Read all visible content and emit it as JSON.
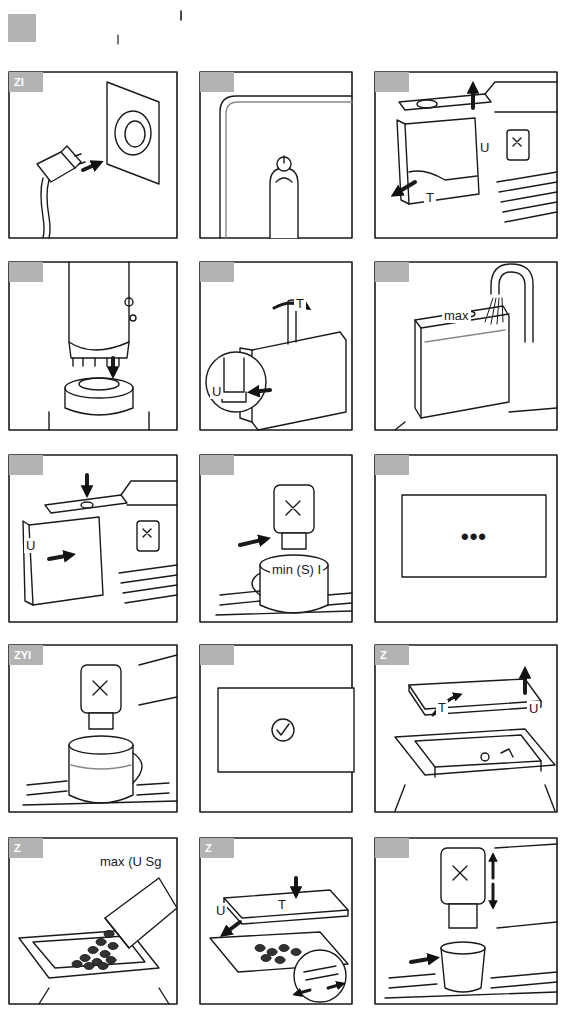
{
  "diagram": {
    "nodes": [
      {
        "text": [
          "ZI"
        ]
      },
      {
        "text": [
          "ZYI"
        ]
      },
      {
        "text": [
          "Z"
        ]
      },
      {
        "text": [
          "Z"
        ]
      },
      {
        "text": [
          "Z"
        ]
      }
    ],
    "labels": [
      "U",
      "T",
      "T",
      "U",
      "max",
      "U",
      "min (S) I",
      "•••",
      "U",
      "T",
      "max (U Sg",
      "U",
      "T"
    ]
  }
}
